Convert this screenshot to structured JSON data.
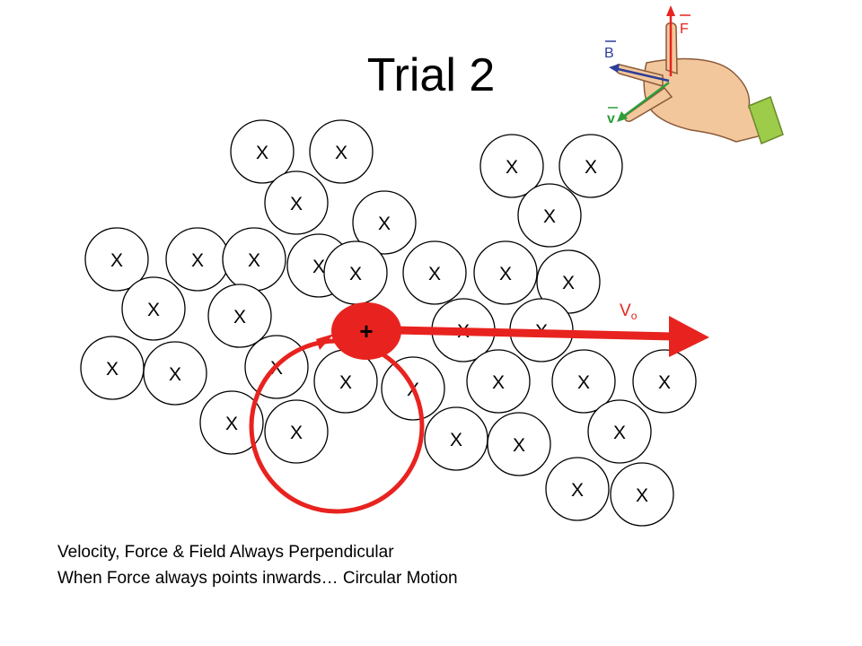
{
  "slide": {
    "title": "Trial 2",
    "caption_line1": "Velocity, Force & Field Always Perpendicular",
    "caption_line2": "When Force always points inwards… Circular Motion"
  },
  "diagram": {
    "field_symbol": "X",
    "charge_symbol": "+",
    "velocity_label": "V",
    "velocity_subscript": "o",
    "hand_labels": {
      "force": "F",
      "field": "B",
      "velocity": "v"
    },
    "colors": {
      "charge": "#e8231f",
      "velocity_arrow": "#e8231f",
      "path": "#e8231f",
      "velocity_label": "#e8231f",
      "force_label": "#e8231f",
      "field_label": "#2c3e99",
      "velocity_hand_label": "#2e9e3a"
    }
  }
}
